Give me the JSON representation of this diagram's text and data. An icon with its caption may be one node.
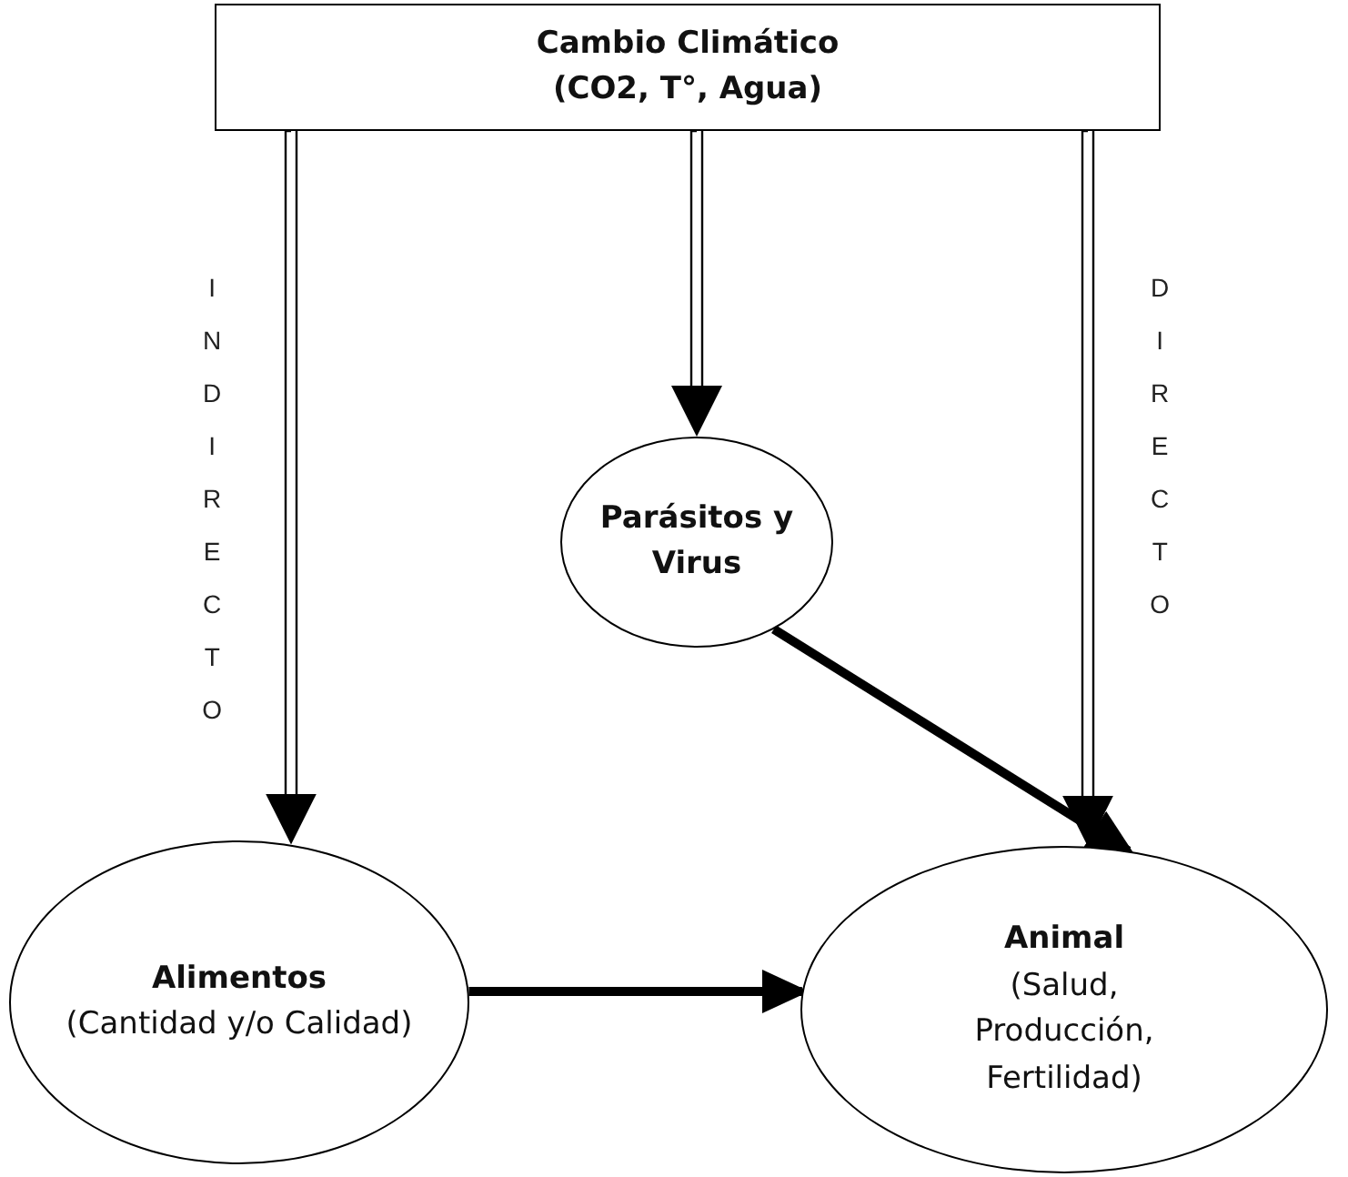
{
  "diagram": {
    "nodes": [
      {
        "text": [
          "Cambio Climático (CO2, T°, Agua)"
        ]
      },
      {
        "text": [
          "Parásitos y Virus"
        ]
      },
      {
        "text": [
          "Alimentos",
          "(Cantidad y/o Calidad)"
        ]
      },
      {
        "text": [
          "Animal",
          "(Salud, Producción, Fertilidad)"
        ]
      }
    ],
    "edges": [
      {
        "from": 0,
        "to": 2,
        "arrow": "to",
        "label": "INDIRECTO"
      },
      {
        "from": 0,
        "to": 1,
        "arrow": "to"
      },
      {
        "from": 0,
        "to": 3,
        "arrow": "to",
        "label": "DIRECTO"
      },
      {
        "from": 1,
        "to": 3,
        "arrow": "to",
        "style": "thick"
      },
      {
        "from": 2,
        "to": 3,
        "arrow": "to",
        "style": "thick"
      }
    ]
  }
}
